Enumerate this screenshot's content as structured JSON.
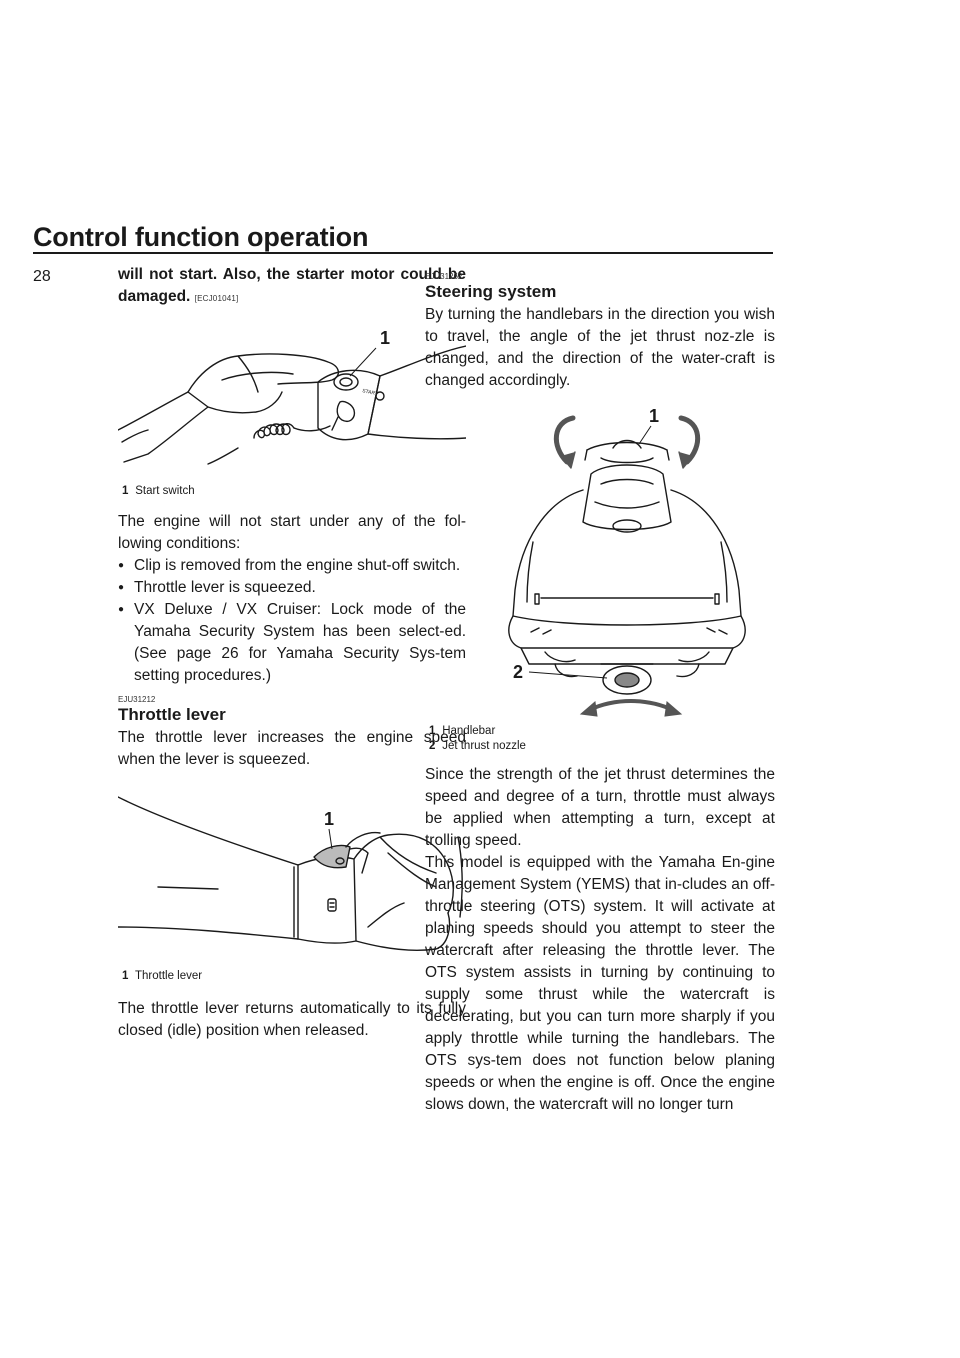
{
  "header": {
    "title": "Control function operation"
  },
  "page_number": "28",
  "left": {
    "intro_bold": "will not start. Also, the starter motor could be damaged.",
    "intro_code": "[ECJ01041]",
    "fig1": {
      "callout": "1",
      "caption_num": "1",
      "caption_text": "Start switch",
      "switch_label": "START"
    },
    "conditions_intro": "The engine will not start under any of the fol-lowing conditions:",
    "conditions": [
      "Clip is removed from the engine shut-off switch.",
      "Throttle lever is squeezed.",
      "VX Deluxe / VX Cruiser: Lock mode of the Yamaha Security System has been select-ed. (See page 26 for Yamaha Security Sys-tem setting procedures.)"
    ],
    "throttle": {
      "code": "EJU31212",
      "heading": "Throttle lever",
      "body": "The throttle lever increases the engine speed when the lever is squeezed.",
      "fig": {
        "callout": "1",
        "caption_num": "1",
        "caption_text": "Throttle lever"
      },
      "after": "The throttle lever returns automatically to its fully closed (idle) position when released."
    }
  },
  "right": {
    "steering": {
      "code": "EJU31262",
      "heading": "Steering system",
      "body": "By turning the handlebars in the direction you wish to travel, the angle of the jet thrust noz-zle is changed, and the direction of the water-craft is changed accordingly.",
      "fig": {
        "callout1": "1",
        "callout2": "2",
        "caption1_num": "1",
        "caption1_text": "Handlebar",
        "caption2_num": "2",
        "caption2_text": "Jet thrust nozzle"
      },
      "para1": "Since the strength of the jet thrust determines the speed and degree of a turn, throttle must always be applied when attempting a turn, except at trolling speed.",
      "para2": "This model is equipped with the Yamaha En-gine Management System (YEMS) that in-cludes an off-throttle steering (OTS) system. It will activate at planing speeds should you attempt to steer the watercraft after releasing the throttle lever. The OTS system assists in turning by continuing to supply some thrust while the watercraft is decelerating, but you can turn more sharply if you apply throttle while turning the handlebars. The OTS sys-tem does not function below planing speeds or when the engine is off. Once the engine slows down, the watercraft will no longer turn"
    }
  }
}
